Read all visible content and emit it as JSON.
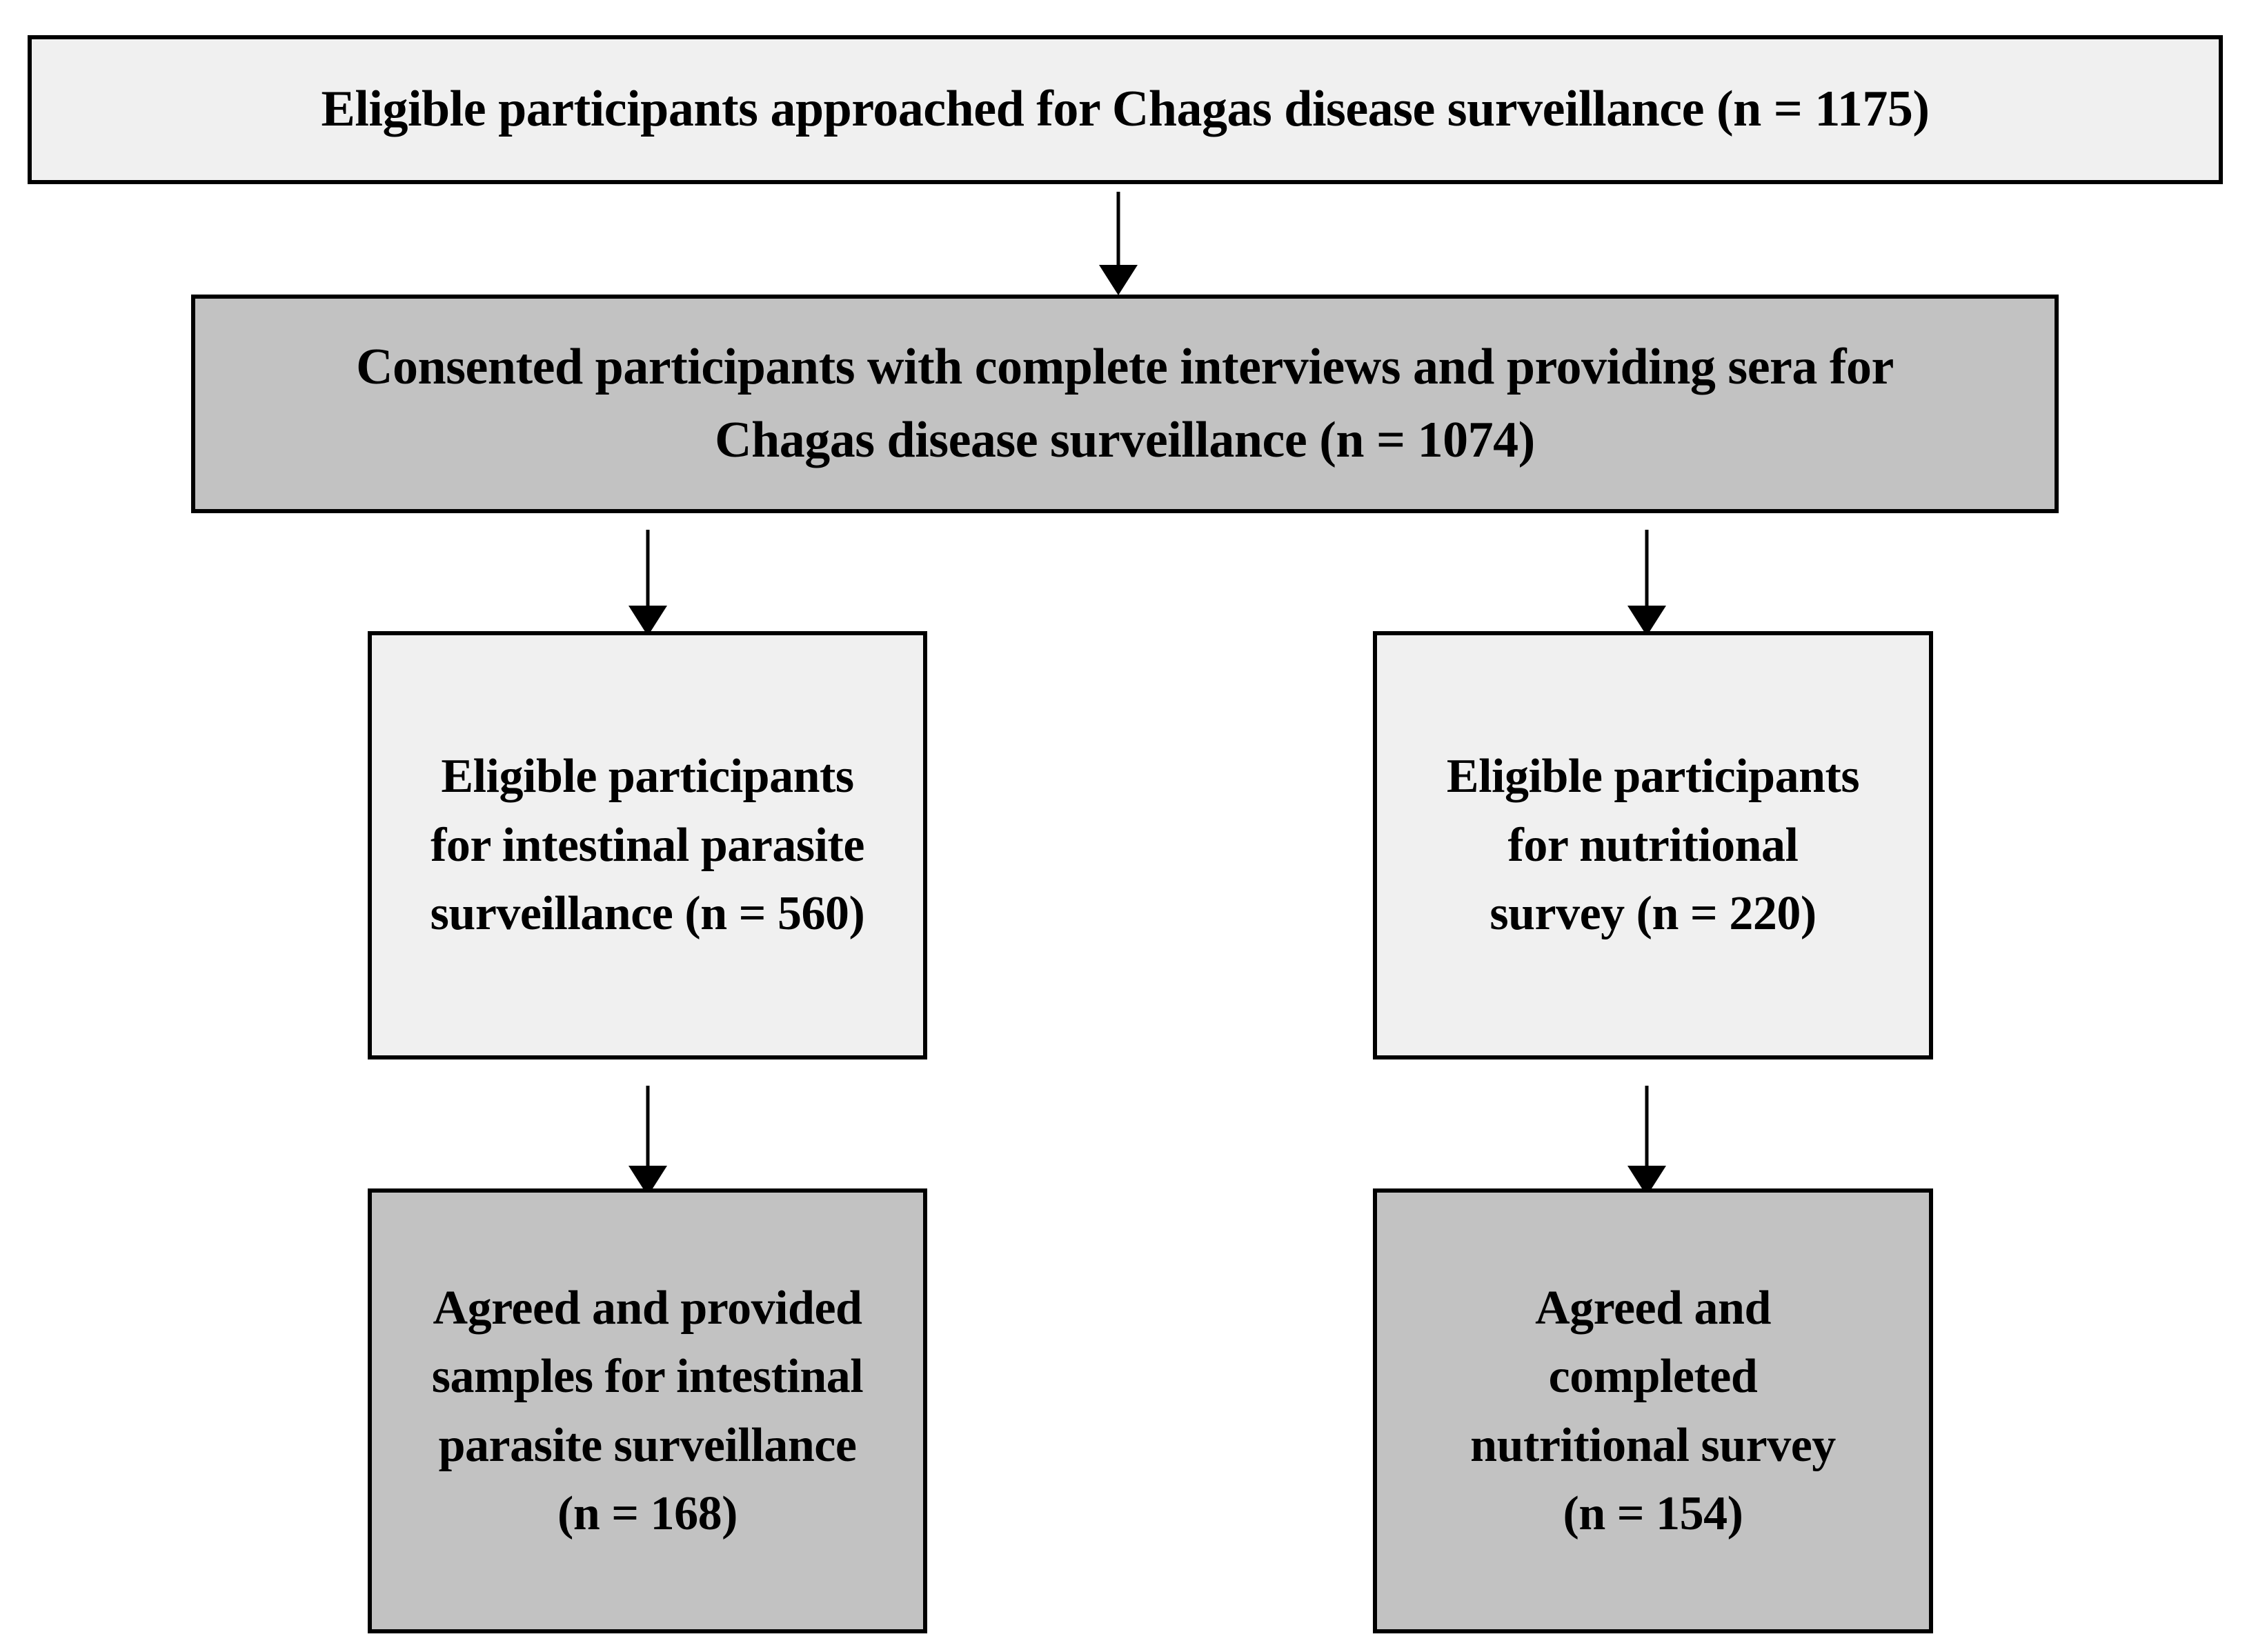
{
  "diagram": {
    "type": "flowchart",
    "orientation": "top-down",
    "colors": {
      "box_border": "#000000",
      "box_fill_light": "#f0f0f0",
      "box_fill_shaded": "#c2c2c2",
      "arrow": "#000000",
      "text": "#000000",
      "background": "#ffffff"
    },
    "nodes": [
      {
        "id": "approached",
        "label": "Eligible participants approached for Chagas disease surveillance (n = 1175)",
        "n": 1175,
        "fill": "light"
      },
      {
        "id": "consented",
        "label": "Consented participants with complete interviews and providing sera for\nChagas disease surveillance (n = 1074)",
        "n": 1074,
        "fill": "shaded"
      },
      {
        "id": "eligible_parasite",
        "label": "Eligible participants\nfor intestinal parasite\nsurveillance (n = 560)",
        "n": 560,
        "fill": "light"
      },
      {
        "id": "eligible_nutrition",
        "label": "Eligible participants\nfor nutritional\nsurvey (n = 220)",
        "n": 220,
        "fill": "light"
      },
      {
        "id": "agreed_parasite",
        "label": "Agreed and provided\nsamples for intestinal\nparasite surveillance\n(n = 168)",
        "n": 168,
        "fill": "shaded"
      },
      {
        "id": "agreed_nutrition",
        "label": "Agreed and\ncompleted\nnutritional survey\n(n = 154)",
        "n": 154,
        "fill": "shaded"
      }
    ],
    "edges": [
      {
        "id": "e1",
        "from": "approached",
        "to": "consented",
        "style": "arrow-down"
      },
      {
        "id": "e2",
        "from": "consented",
        "to": "eligible_parasite",
        "style": "arrow-down"
      },
      {
        "id": "e3",
        "from": "consented",
        "to": "eligible_nutrition",
        "style": "arrow-down"
      },
      {
        "id": "e4",
        "from": "eligible_parasite",
        "to": "agreed_parasite",
        "style": "arrow-down"
      },
      {
        "id": "e5",
        "from": "eligible_nutrition",
        "to": "agreed_nutrition",
        "style": "arrow-down"
      }
    ]
  }
}
